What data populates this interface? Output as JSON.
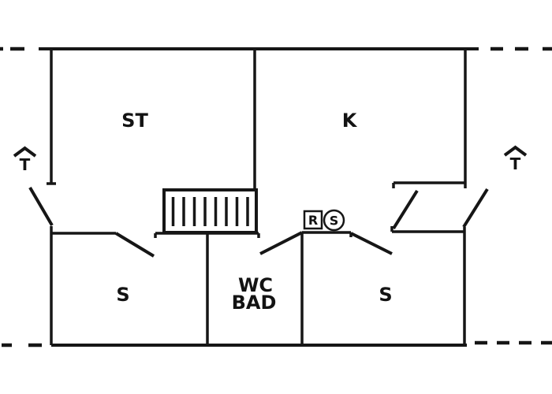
{
  "floor_plan": {
    "rooms": {
      "st": "ST",
      "k": "K",
      "s_left": "S",
      "wc": "WC",
      "bad": "BAD",
      "s_right": "S"
    },
    "symbols": {
      "radiator": "R",
      "socket": "S"
    },
    "entrances": {
      "left_arrow": "T",
      "right_arrow": "T"
    },
    "colors": {
      "line": "#161616",
      "text": "#131313",
      "background": "#ffffff"
    }
  }
}
